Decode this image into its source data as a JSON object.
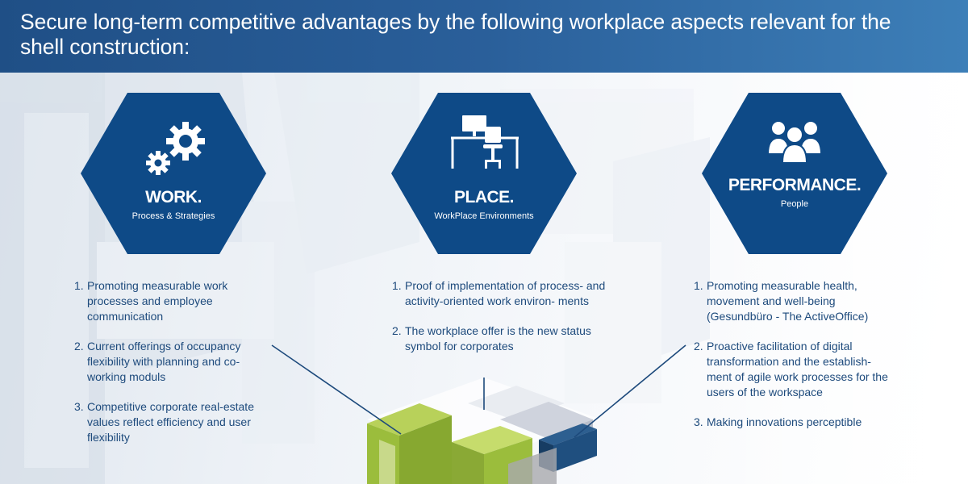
{
  "header": {
    "title": "Secure long-term competitive advantages by the following workplace aspects relevant for the shell construction:"
  },
  "colors": {
    "header_blue": "#2a5f9a",
    "hex_blue": "#0e4a87",
    "text_blue": "#1d4a7c",
    "cube_green": "#9bbd3c",
    "cube_navy": "#1f4f7f"
  },
  "pillars": [
    {
      "icon": "gears-icon",
      "title": "WORK.",
      "subtitle": "Process & Strategies",
      "items": [
        {
          "num": "1.",
          "text": "Promoting measurable work processes and employee communication"
        },
        {
          "num": "2.",
          "text": "Current offerings of occupancy flexibility with planning and co-working moduls"
        },
        {
          "num": "3.",
          "text": "Competitive corporate real-estate values reflect efficiency and user flexibility"
        }
      ]
    },
    {
      "icon": "workstation-icon",
      "title": "PLACE.",
      "subtitle": "WorkPlace Environments",
      "items": [
        {
          "num": "1.",
          "text": "Proof of implementation of process- and activity-oriented work environ- ments"
        },
        {
          "num": "2.",
          "text": "The workplace offer is the new status symbol for corporates"
        }
      ]
    },
    {
      "icon": "people-icon",
      "title": "PERFORMANCE.",
      "subtitle": "People",
      "items": [
        {
          "num": "1.",
          "text": "Promoting measurable health, movement and well-being (Gesundbüro - The ActiveOffice)"
        },
        {
          "num": "2.",
          "text": "Proactive facilitation of digital transformation and the establish- ment of agile work processes for the users of the workspace"
        },
        {
          "num": "3.",
          "text": "Making innovations perceptible"
        }
      ]
    }
  ]
}
